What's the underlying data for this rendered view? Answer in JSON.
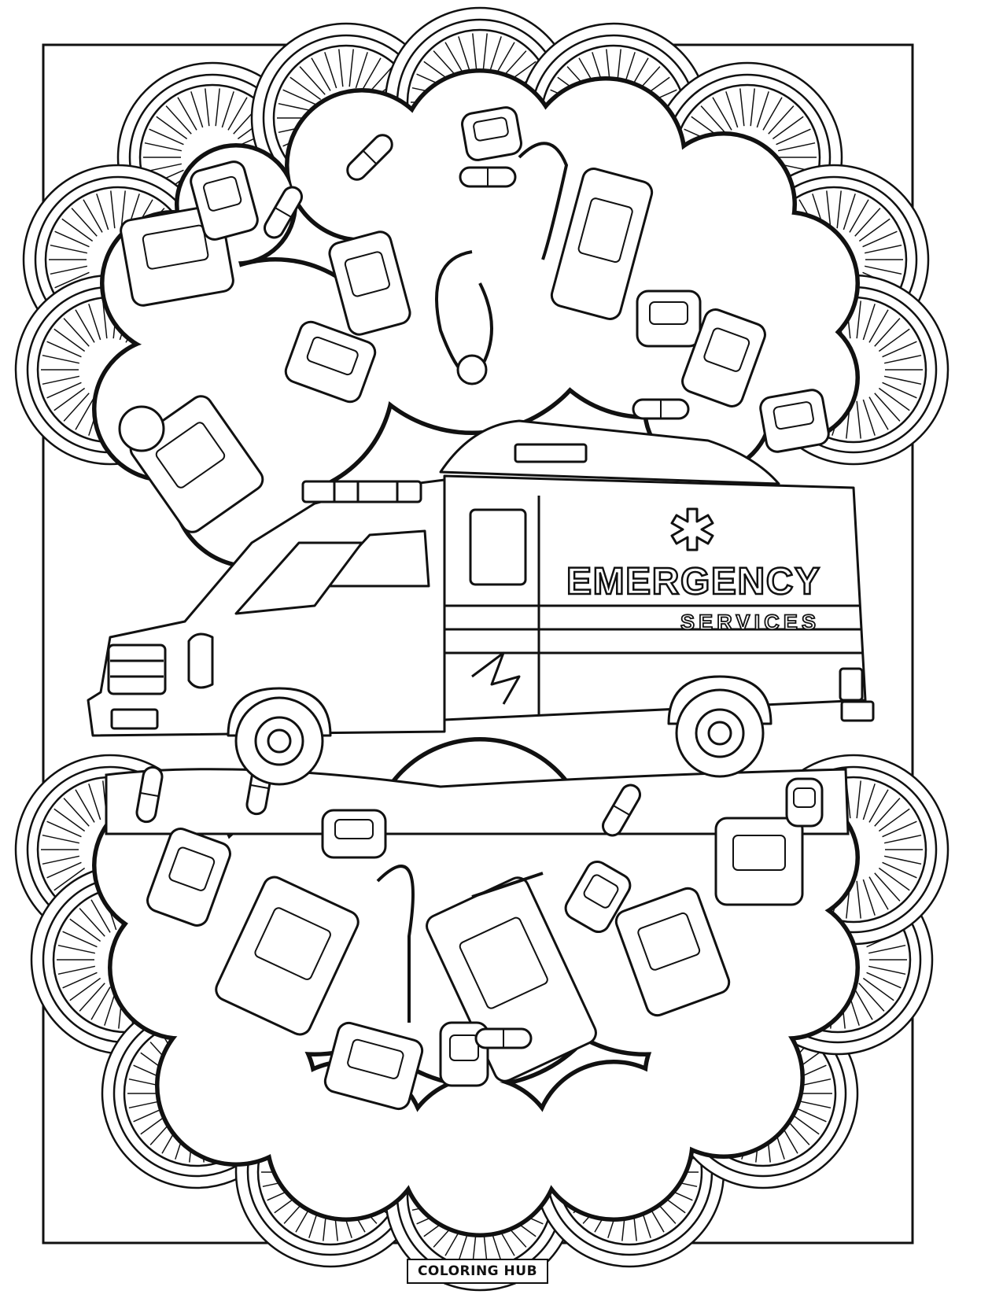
{
  "page": {
    "type": "coloring-page",
    "ink_color": "#111111",
    "paper_color": "#ffffff"
  },
  "ambulance": {
    "main_text": "EMERGENCY",
    "sub_text": "SERVICES",
    "emblem_icon": "star-of-life-icon"
  },
  "decor": {
    "background": "mandala-scallops",
    "items": [
      "iv-bag-icon",
      "pill-icon",
      "defibrillator-icon",
      "stethoscope-icon",
      "monitor-icon",
      "syringe-icon",
      "walkie-talkie-icon",
      "thermometer-icon"
    ]
  },
  "footer": {
    "logo_text": "COLORING HUB"
  }
}
